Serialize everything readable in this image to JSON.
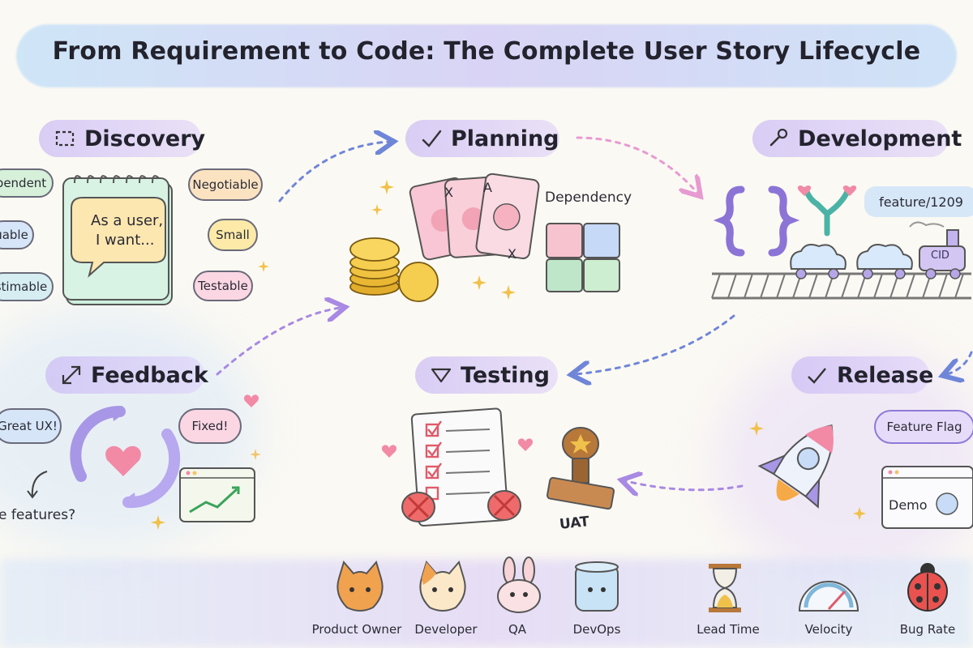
{
  "title": "From Requirement to Code: The Complete User Story Lifecycle",
  "stages": {
    "discovery": "Discovery",
    "planning": "Planning",
    "development": "Development",
    "feedback": "Feedback",
    "testing": "Testing",
    "release": "Release"
  },
  "discovery": {
    "notepad_text_1": "As a user,",
    "notepad_text_2": "I want...",
    "invest_left": [
      "pendent",
      "uable",
      "stimable"
    ],
    "invest_right": [
      "Negotiable",
      "Small",
      "Testable"
    ]
  },
  "planning": {
    "card_letter_1": "X",
    "card_letter_2": "A",
    "card_letter_3": "X",
    "dependency_label": "Dependency"
  },
  "development": {
    "branch_label": "feature/1209",
    "train_label": "CID"
  },
  "feedback": {
    "bubble_1": "Great UX!",
    "bubble_2": "Fixed!",
    "question": "e features?"
  },
  "testing": {
    "stamp_label": "UAT"
  },
  "release": {
    "feature_flag": "Feature Flag",
    "demo_label": "Demo"
  },
  "roles": [
    "Product Owner",
    "Developer",
    "QA",
    "DevOps"
  ],
  "metrics": [
    "Lead Time",
    "Velocity",
    "Bug Rate"
  ],
  "colors": {
    "accent_purple": "#b9a6ee",
    "arrow_blue": "#6f86d8",
    "arrow_pink": "#e79ad2",
    "arrow_purple": "#a889e3"
  }
}
